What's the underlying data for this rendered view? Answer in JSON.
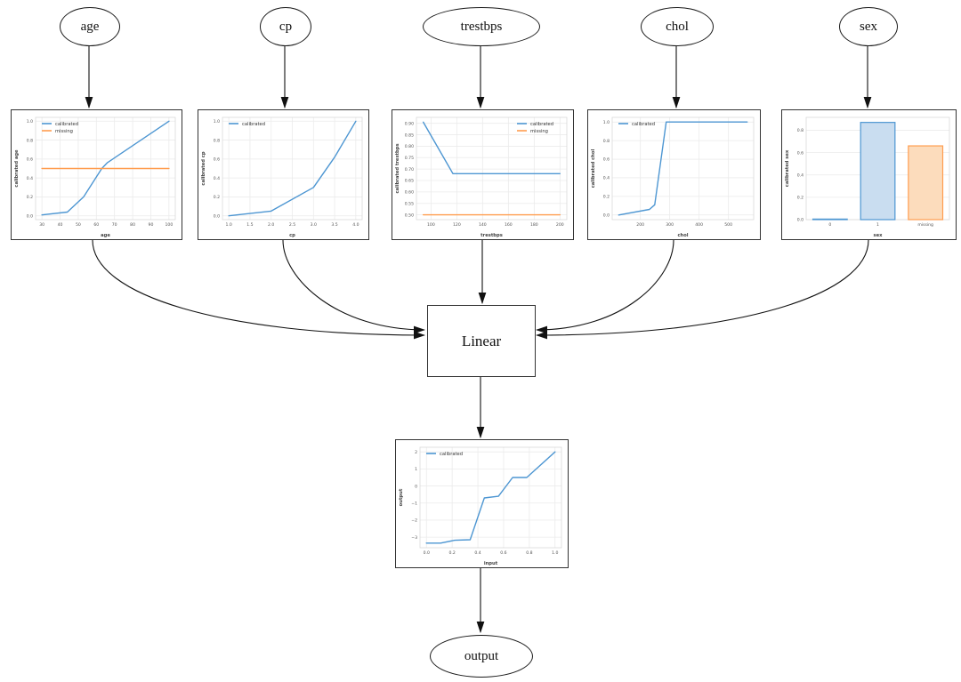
{
  "diagram": {
    "input_nodes": [
      {
        "id": "age",
        "label": "age"
      },
      {
        "id": "cp",
        "label": "cp"
      },
      {
        "id": "trestbps",
        "label": "trestbps"
      },
      {
        "id": "chol",
        "label": "chol"
      },
      {
        "id": "sex",
        "label": "sex"
      }
    ],
    "combiner_label": "Linear",
    "output_label": "output",
    "edges": [
      {
        "from": "age",
        "to": "age-calibrator"
      },
      {
        "from": "cp",
        "to": "cp-calibrator"
      },
      {
        "from": "trestbps",
        "to": "trestbps-calibrator"
      },
      {
        "from": "chol",
        "to": "chol-calibrator"
      },
      {
        "from": "sex",
        "to": "sex-calibrator"
      },
      {
        "from": "age-calibrator",
        "to": "linear"
      },
      {
        "from": "cp-calibrator",
        "to": "linear"
      },
      {
        "from": "trestbps-calibrator",
        "to": "linear"
      },
      {
        "from": "chol-calibrator",
        "to": "linear"
      },
      {
        "from": "sex-calibrator",
        "to": "linear"
      },
      {
        "from": "linear",
        "to": "output-calibrator"
      },
      {
        "from": "output-calibrator",
        "to": "output"
      }
    ]
  },
  "colors": {
    "calibrated_line": "#4d96d2",
    "missing_line": "#ff9d4f",
    "bar_fill_blue": "#c9ddf0",
    "bar_fill_orange": "#fcdcbc",
    "grid": "#ebebeb",
    "plot_border": "#d9d9d9",
    "tick_text": "#555555",
    "edge_stroke": "#111111"
  },
  "chart_data": [
    {
      "id": "age",
      "type": "line",
      "xlabel": "age",
      "ylabel": "calibrated age",
      "xlim": [
        26.5,
        103.5
      ],
      "ylim": [
        -0.04,
        1.04
      ],
      "xticks": [
        30,
        40,
        50,
        60,
        70,
        80,
        90,
        100
      ],
      "xtick_labels": [
        "30",
        "40",
        "50",
        "60",
        "70",
        "80",
        "90",
        "100"
      ],
      "yticks": [
        0,
        0.2,
        0.4,
        0.6,
        0.8,
        1.0
      ],
      "ytick_labels": [
        "0.0",
        "0.2",
        "0.4",
        "0.6",
        "0.8",
        "1.0"
      ],
      "legend_pos": "tl",
      "series": [
        {
          "name": "calibrated",
          "color": "#4d96d2",
          "points": [
            [
              30,
              0.01
            ],
            [
              44,
              0.04
            ],
            [
              53,
              0.2
            ],
            [
              63,
              0.5
            ],
            [
              66,
              0.56
            ],
            [
              100,
              1.0
            ]
          ]
        },
        {
          "name": "missing",
          "color": "#ff9d4f",
          "points": [
            [
              30,
              0.5
            ],
            [
              100,
              0.5
            ]
          ]
        }
      ]
    },
    {
      "id": "cp",
      "type": "line",
      "xlabel": "cp",
      "ylabel": "calibrated cp",
      "xlim": [
        0.85,
        4.15
      ],
      "ylim": [
        -0.04,
        1.04
      ],
      "xticks": [
        1.0,
        1.5,
        2.0,
        2.5,
        3.0,
        3.5,
        4.0
      ],
      "xtick_labels": [
        "1.0",
        "1.5",
        "2.0",
        "2.5",
        "3.0",
        "3.5",
        "4.0"
      ],
      "yticks": [
        0,
        0.2,
        0.4,
        0.6,
        0.8,
        1.0
      ],
      "ytick_labels": [
        "0.0",
        "0.2",
        "0.4",
        "0.6",
        "0.8",
        "1.0"
      ],
      "legend_pos": "tl",
      "series": [
        {
          "name": "calibrated",
          "color": "#4d96d2",
          "points": [
            [
              1.0,
              0.0
            ],
            [
              2.0,
              0.05
            ],
            [
              3.0,
              0.3
            ],
            [
              3.5,
              0.62
            ],
            [
              4.0,
              1.0
            ]
          ]
        }
      ]
    },
    {
      "id": "trestbps",
      "type": "line",
      "xlabel": "trestbps",
      "ylabel": "calibrated trestbps",
      "xlim": [
        88.7,
        205.3
      ],
      "ylim": [
        0.479,
        0.926
      ],
      "xticks": [
        100,
        120,
        140,
        160,
        180,
        200
      ],
      "xtick_labels": [
        "100",
        "120",
        "140",
        "160",
        "180",
        "200"
      ],
      "yticks": [
        0.5,
        0.55,
        0.6,
        0.65,
        0.7,
        0.75,
        0.8,
        0.85,
        0.9
      ],
      "ytick_labels": [
        "0.50",
        "0.55",
        "0.60",
        "0.65",
        "0.70",
        "0.75",
        "0.80",
        "0.85",
        "0.90"
      ],
      "legend_pos": "tr",
      "series": [
        {
          "name": "calibrated",
          "color": "#4d96d2",
          "points": [
            [
              94,
              0.905
            ],
            [
              117,
              0.68
            ],
            [
              200,
              0.68
            ]
          ]
        },
        {
          "name": "missing",
          "color": "#ff9d4f",
          "points": [
            [
              94,
              0.5
            ],
            [
              200,
              0.5
            ]
          ]
        }
      ]
    },
    {
      "id": "chol",
      "type": "line",
      "xlabel": "chol",
      "ylabel": "calibrated chol",
      "xlim": [
        104,
        586
      ],
      "ylim": [
        -0.05,
        1.05
      ],
      "xticks": [
        200,
        300,
        400,
        500
      ],
      "xtick_labels": [
        "200",
        "300",
        "400",
        "500"
      ],
      "yticks": [
        0,
        0.2,
        0.4,
        0.6,
        0.8,
        1.0
      ],
      "ytick_labels": [
        "0.0",
        "0.2",
        "0.4",
        "0.6",
        "0.8",
        "1.0"
      ],
      "legend_pos": "tl",
      "series": [
        {
          "name": "calibrated",
          "color": "#4d96d2",
          "points": [
            [
              126,
              0.0
            ],
            [
              231,
              0.06
            ],
            [
              249,
              0.11
            ],
            [
              288,
              1.0
            ],
            [
              564,
              1.0
            ]
          ]
        }
      ]
    },
    {
      "id": "sex",
      "type": "bar",
      "xlabel": "sex",
      "ylabel": "calibrated sex",
      "ylim": [
        0,
        0.915
      ],
      "categories": [
        "0",
        "1",
        "missing"
      ],
      "values": [
        0.005,
        0.87,
        0.66
      ],
      "bar_fills": [
        "#c9ddf0",
        "#c9ddf0",
        "#fcdcbc"
      ],
      "bar_strokes": [
        "#4d96d2",
        "#4d96d2",
        "#ff9d4f"
      ],
      "yticks": [
        0,
        0.2,
        0.4,
        0.6,
        0.8
      ],
      "ytick_labels": [
        "0.0",
        "0.2",
        "0.4",
        "0.6",
        "0.8"
      ],
      "legend_pos": null,
      "series": []
    },
    {
      "id": "output",
      "type": "line",
      "xlabel": "input",
      "ylabel": "output",
      "xlim": [
        -0.05,
        1.05
      ],
      "ylim": [
        -3.62,
        2.27
      ],
      "xticks": [
        0.0,
        0.2,
        0.4,
        0.6,
        0.8,
        1.0
      ],
      "xtick_labels": [
        "0.0",
        "0.2",
        "0.4",
        "0.6",
        "0.8",
        "1.0"
      ],
      "yticks": [
        -3,
        -2,
        -1,
        0,
        1,
        2
      ],
      "ytick_labels": [
        "−3",
        "−2",
        "−1",
        "0",
        "1",
        "2"
      ],
      "legend_pos": "tl",
      "series": [
        {
          "name": "calibrated",
          "color": "#4d96d2",
          "points": [
            [
              0.0,
              -3.35
            ],
            [
              0.11,
              -3.35
            ],
            [
              0.22,
              -3.18
            ],
            [
              0.34,
              -3.15
            ],
            [
              0.45,
              -0.7
            ],
            [
              0.56,
              -0.6
            ],
            [
              0.67,
              0.5
            ],
            [
              0.78,
              0.5
            ],
            [
              1.0,
              2.0
            ]
          ]
        }
      ]
    }
  ]
}
